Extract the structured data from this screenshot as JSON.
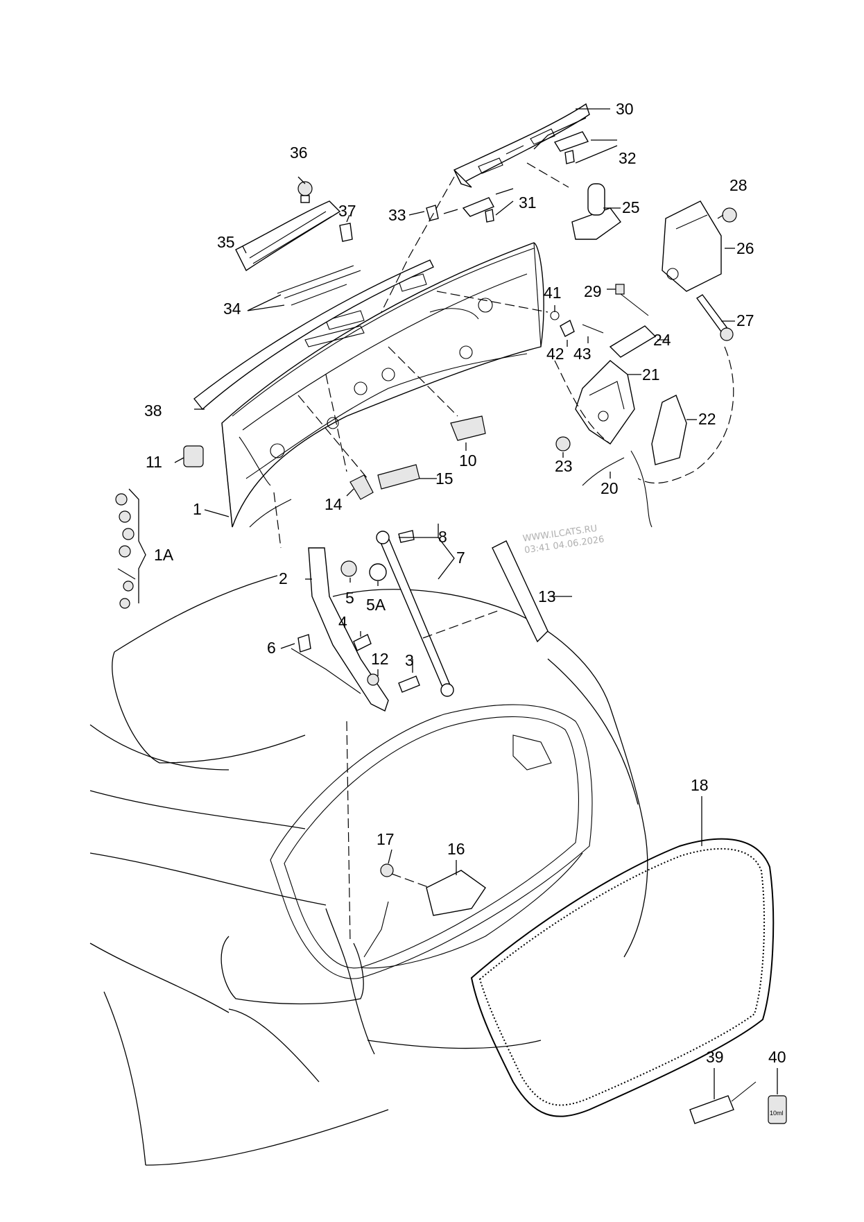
{
  "watermark": {
    "site": "WWW.ILCATS.RU",
    "stamp": "03:41 04.06.2026"
  },
  "bottle_label": "10ml",
  "labels": [
    "1",
    "1A",
    "2",
    "3",
    "4",
    "5",
    "5A",
    "6",
    "7",
    "8",
    "10",
    "11",
    "12",
    "13",
    "14",
    "15",
    "16",
    "17",
    "18",
    "20",
    "21",
    "22",
    "23",
    "24",
    "25",
    "26",
    "27",
    "28",
    "29",
    "30",
    "31",
    "32",
    "33",
    "34",
    "35",
    "36",
    "37",
    "38",
    "39",
    "40",
    "41",
    "42",
    "43"
  ]
}
